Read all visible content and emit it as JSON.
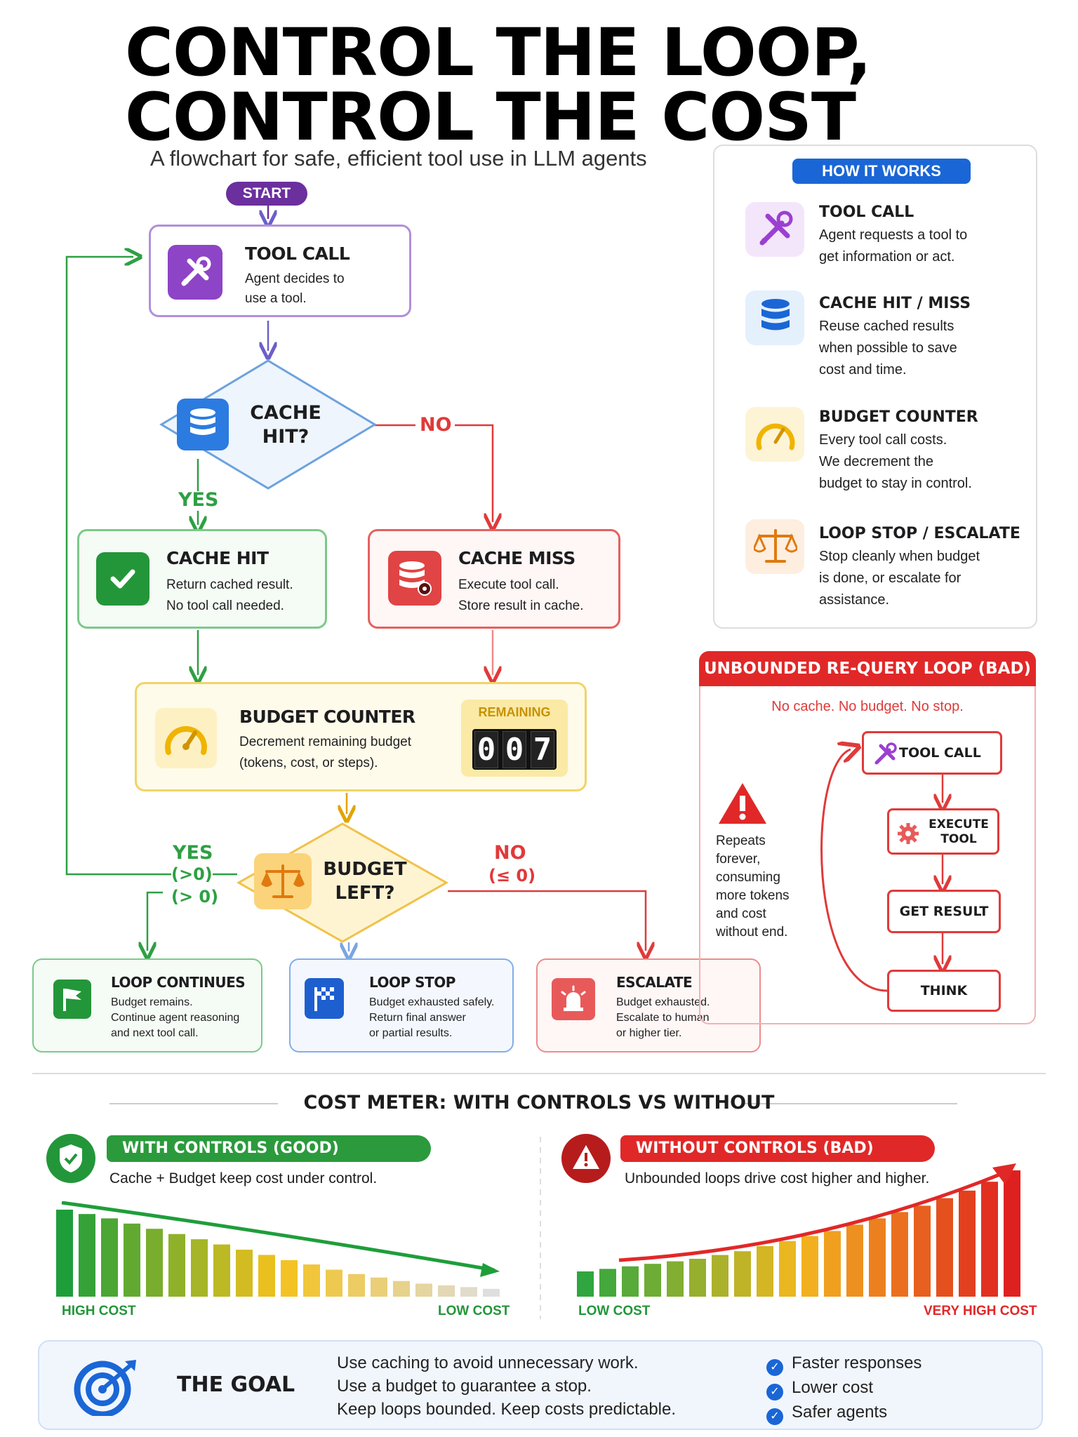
{
  "header": {
    "title_line1": "CONTROL THE LOOP,",
    "title_line2": "CONTROL THE COST",
    "subtitle": "A flowchart for safe, efficient tool use in LLM agents"
  },
  "flow": {
    "start": "START",
    "tool_call": {
      "title": "TOOL CALL",
      "desc1": "Agent decides to",
      "desc2": "use a tool."
    },
    "cache_q": {
      "line1": "CACHE",
      "line2": "HIT?",
      "no": "NO",
      "yes": "YES"
    },
    "cache_hit": {
      "title": "CACHE HIT",
      "desc1": "Return cached result.",
      "desc2": "No tool call needed."
    },
    "cache_miss": {
      "title": "CACHE MISS",
      "desc1": "Execute tool call.",
      "desc2": "Store result in cache."
    },
    "budget": {
      "title": "BUDGET COUNTER",
      "desc1": "Decrement remaining budget",
      "desc2": "(tokens, cost, or steps).",
      "remaining_label": "REMAINING",
      "digits": [
        "0",
        "0",
        "7"
      ]
    },
    "budget_q": {
      "line1": "BUDGET",
      "line2": "LEFT?",
      "yes": "YES",
      "yes_c1": "(>0)",
      "yes_c2": "(> 0)",
      "no": "NO",
      "no_c": "(≤ 0)"
    },
    "loop_continues": {
      "title": "LOOP CONTINUES",
      "desc1": "Budget remains.",
      "desc2": "Continue agent reasoning",
      "desc3": "and next tool call."
    },
    "loop_stop": {
      "title": "LOOP STOP",
      "desc1": "Budget exhausted safely.",
      "desc2": "Return final answer",
      "desc3": "or partial results."
    },
    "escalate": {
      "title": "ESCALATE",
      "desc1": "Budget exhausted.",
      "desc2": "Escalate to human",
      "desc3": "or higher tier."
    }
  },
  "how": {
    "header": "HOW IT WORKS",
    "items": [
      {
        "title": "TOOL CALL",
        "desc": [
          "Agent requests a tool to",
          "get information or act."
        ]
      },
      {
        "title": "CACHE HIT / MISS",
        "desc": [
          "Reuse cached results",
          "when possible to save",
          "cost and time."
        ]
      },
      {
        "title": "BUDGET COUNTER",
        "desc": [
          "Every tool call costs.",
          "We decrement the",
          "budget to stay in control."
        ]
      },
      {
        "title": "LOOP STOP / ESCALATE",
        "desc": [
          "Stop cleanly when budget",
          "is done, or escalate for",
          "assistance."
        ]
      }
    ]
  },
  "bad": {
    "header": "UNBOUNDED RE-QUERY LOOP (BAD)",
    "sub": "No cache. No budget. No stop.",
    "note": [
      "Repeats",
      "forever,",
      "consuming",
      "more tokens",
      "and cost",
      "without end."
    ],
    "tool_call": "TOOL CALL",
    "execute1": "EXECUTE",
    "execute2": "TOOL",
    "get_result": "GET RESULT",
    "think": "THINK"
  },
  "meter": {
    "title": "COST METER: WITH CONTROLS VS WITHOUT",
    "good": {
      "label": "WITH CONTROLS (GOOD)",
      "desc": "Cache + Budget keep cost under control.",
      "left": "HIGH COST",
      "right": "LOW COST",
      "values": [
        100,
        95,
        90,
        84,
        78,
        72,
        66,
        60,
        54,
        48,
        42,
        37,
        31,
        26,
        22,
        18,
        15,
        13,
        11,
        9
      ],
      "colors": {
        "start": "#1e9e3a",
        "mid": "#f4c21c",
        "end": "#dedede"
      }
    },
    "bad": {
      "label": "WITHOUT CONTROLS (BAD)",
      "desc": "Unbounded loops drive cost higher and higher.",
      "left": "LOW COST",
      "right": "VERY HIGH COST",
      "values": [
        20,
        22,
        24,
        26,
        28,
        30,
        33,
        36,
        40,
        44,
        48,
        52,
        57,
        62,
        67,
        72,
        78,
        84,
        91,
        100
      ],
      "colors": {
        "start": "#2fa640",
        "mid": "#f3b81e",
        "end": "#df2020"
      }
    }
  },
  "goal": {
    "title": "THE GOAL",
    "lines": [
      "Use caching to avoid unnecessary work.",
      "Use a budget to guarantee a stop.",
      "Keep loops bounded. Keep costs predictable."
    ],
    "checks": [
      "Faster responses",
      "Lower cost",
      "Safer agents"
    ]
  }
}
